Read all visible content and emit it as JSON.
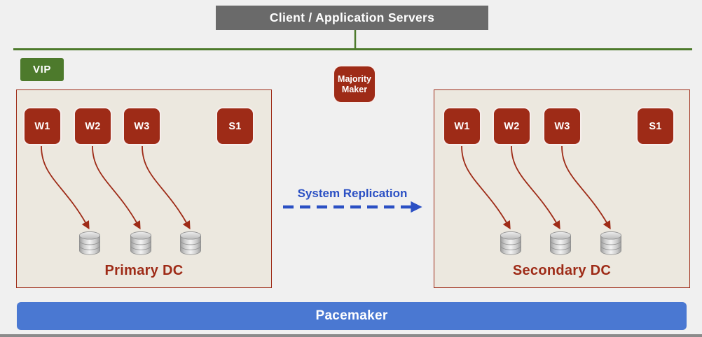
{
  "colors": {
    "background": "#f0f0f0",
    "header_bg": "#6a6a6a",
    "green": "#4d7a2c",
    "red": "#9e2b17",
    "dc_fill": "#ece8df",
    "dc_border": "#9e2b17",
    "replication_blue": "#2b50c4",
    "pacemaker_bg": "#4a78d2",
    "text_white": "#ffffff",
    "bottom_rule": "#8b8b8b"
  },
  "header": {
    "title": "Client / Application Servers"
  },
  "vip": {
    "label": "VIP"
  },
  "majority_maker": {
    "line1": "Majority",
    "line2": "Maker"
  },
  "primary_dc": {
    "label": "Primary DC",
    "workers": [
      "W1",
      "W2",
      "W3"
    ],
    "standby": "S1",
    "database_count": 3
  },
  "secondary_dc": {
    "label": "Secondary DC",
    "workers": [
      "W1",
      "W2",
      "W3"
    ],
    "standby": "S1",
    "database_count": 3
  },
  "replication": {
    "label": "System Replication"
  },
  "pacemaker": {
    "label": "Pacemaker"
  }
}
